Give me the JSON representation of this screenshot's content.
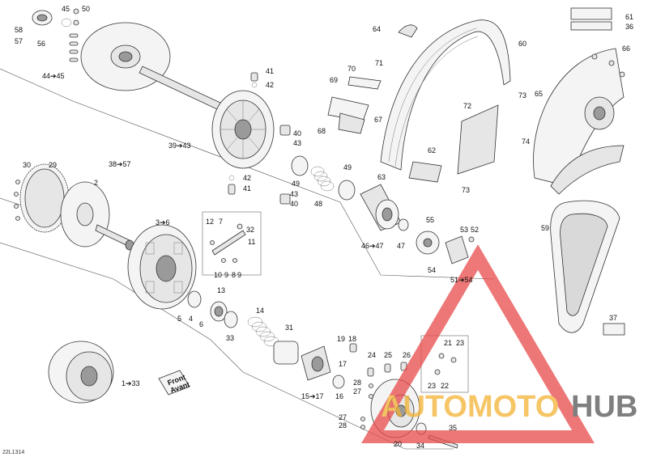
{
  "diagram_code": "22L1314",
  "front_label_line1": "Front",
  "front_label_line2": "Avant",
  "watermark": {
    "part1": "AUTOMOTO",
    "part2": "HUB",
    "color_red": "#e84a4a",
    "color_orange": "#f2b233",
    "color_dark": "#555555"
  },
  "callouts": {
    "c1": "45",
    "c2": "50",
    "c3": "58",
    "c4": "57",
    "c5": "56",
    "c6": "44➔45",
    "c7": "41",
    "c8": "42",
    "c9": "39➔43",
    "c10": "40",
    "c11": "43",
    "c12": "38➔57",
    "c13": "42",
    "c14": "41",
    "c15": "43",
    "c16": "40",
    "c17": "30",
    "c18": "29",
    "c19": "2",
    "c20": "3➔6",
    "c21": "12",
    "c22": "7",
    "c23": "32",
    "c24": "11",
    "c25": "10",
    "c26": "9",
    "c27": "8",
    "c28": "9",
    "c29": "13",
    "c30": "5",
    "c31": "4",
    "c32": "6",
    "c33": "14",
    "c34": "33",
    "c35": "31",
    "c36": "1➔33",
    "c37": "15➔17",
    "c38": "16",
    "c39": "19",
    "c40": "18",
    "c41": "17",
    "c42": "24",
    "c43": "25",
    "c44": "26",
    "c45": "28",
    "c46": "27",
    "c47": "27",
    "c48": "28",
    "c49": "20",
    "c50": "34",
    "c51": "35",
    "c52": "21",
    "c53": "23",
    "c54": "23",
    "c55": "22",
    "c56": "49",
    "c57": "48",
    "c58": "49",
    "c59": "46➔47",
    "c60": "47",
    "c61": "55",
    "c62": "53",
    "c63": "52",
    "c64": "54",
    "c65": "51➔54",
    "c66": "70",
    "c67": "71",
    "c68": "69",
    "c69": "67",
    "c70": "68",
    "c71": "63",
    "c72": "62",
    "c73": "64",
    "c74": "60",
    "c75": "61",
    "c76": "36",
    "c77": "66",
    "c78": "65",
    "c79": "72",
    "c80": "73",
    "c81": "74",
    "c82": "73",
    "c83": "59",
    "c84": "37"
  }
}
